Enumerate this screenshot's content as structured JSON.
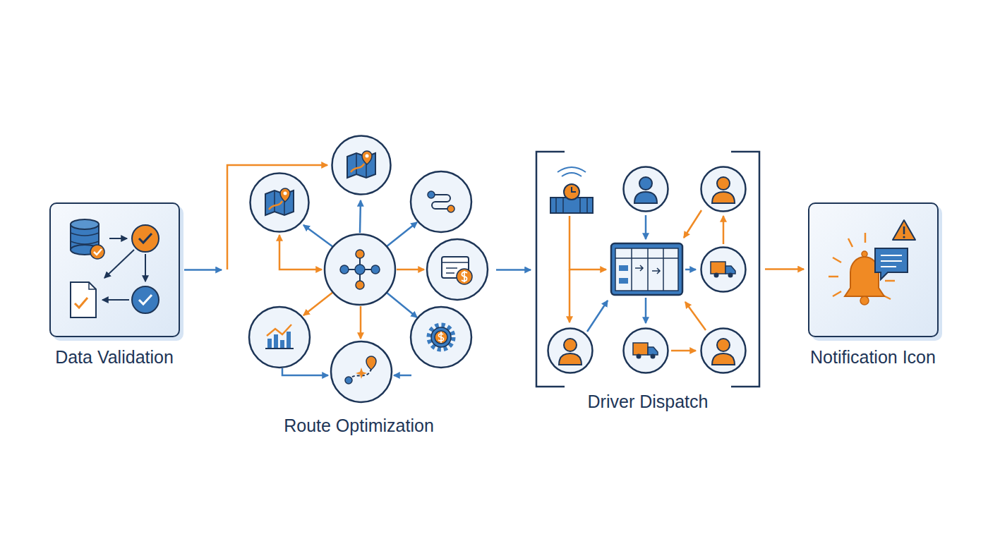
{
  "diagram": {
    "nodes": [
      {
        "text": [
          "Data Validation"
        ]
      },
      {
        "text": [
          "Route Optimization"
        ]
      },
      {
        "text": [
          "Driver Dispatch"
        ]
      },
      {
        "text": [
          "Notification Icon"
        ]
      }
    ],
    "edges": [
      {
        "from": 0,
        "to": 1,
        "arrow": "to"
      },
      {
        "from": 1,
        "to": 2,
        "arrow": "to"
      },
      {
        "from": 2,
        "to": 3,
        "arrow": "to"
      }
    ]
  }
}
